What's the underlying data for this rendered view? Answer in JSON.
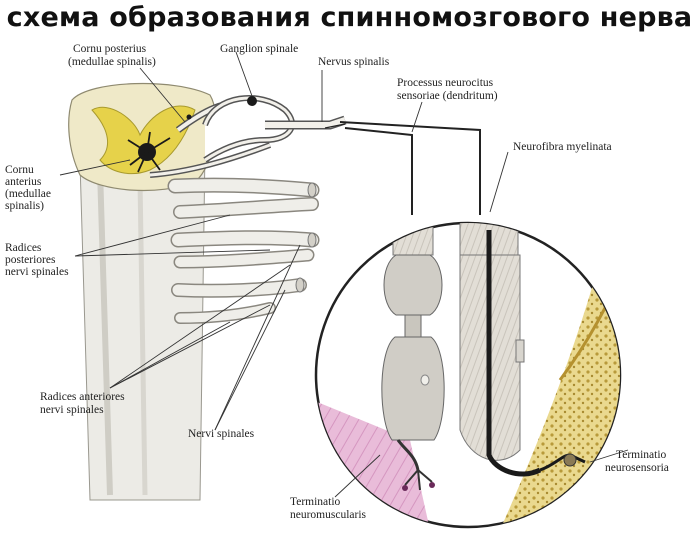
{
  "title": "схема образования спинномозгового нерва",
  "labels": {
    "cornu_posterius": [
      "Cornu posterius",
      "(medullae spinalis)"
    ],
    "ganglion_spinale": [
      "Ganglion spinale"
    ],
    "nervus_spinalis": [
      "Nervus spinalis"
    ],
    "processus": [
      "Processus neurocitus",
      "sensoriae (dendritum)"
    ],
    "cornu_anterius": [
      "Cornu",
      "anterius",
      "(medullae",
      "spinalis)"
    ],
    "neurofibra": [
      "Neurofibra myelinata"
    ],
    "radices_posteriores": [
      "Radices",
      "posteriores",
      "nervi spinales"
    ],
    "radices_anteriores": [
      "Radices anteriores",
      "nervi spinales"
    ],
    "nervi_spinales": [
      "Nervi spinales"
    ],
    "terminatio_neuromuscularis": [
      "Terminatio",
      "neuromuscularis"
    ],
    "terminatio_neurosensoria": [
      "Terminatio",
      "neurosensoria"
    ]
  },
  "colors": {
    "grey_matter": "#e6d24a",
    "white_matter": "#efe9c8",
    "nerve_tissue": "#d9d6cf",
    "muscle": "#e7b6d6",
    "skin_epithelium": "#e9d68a",
    "neuron": "#1a1a1a"
  }
}
